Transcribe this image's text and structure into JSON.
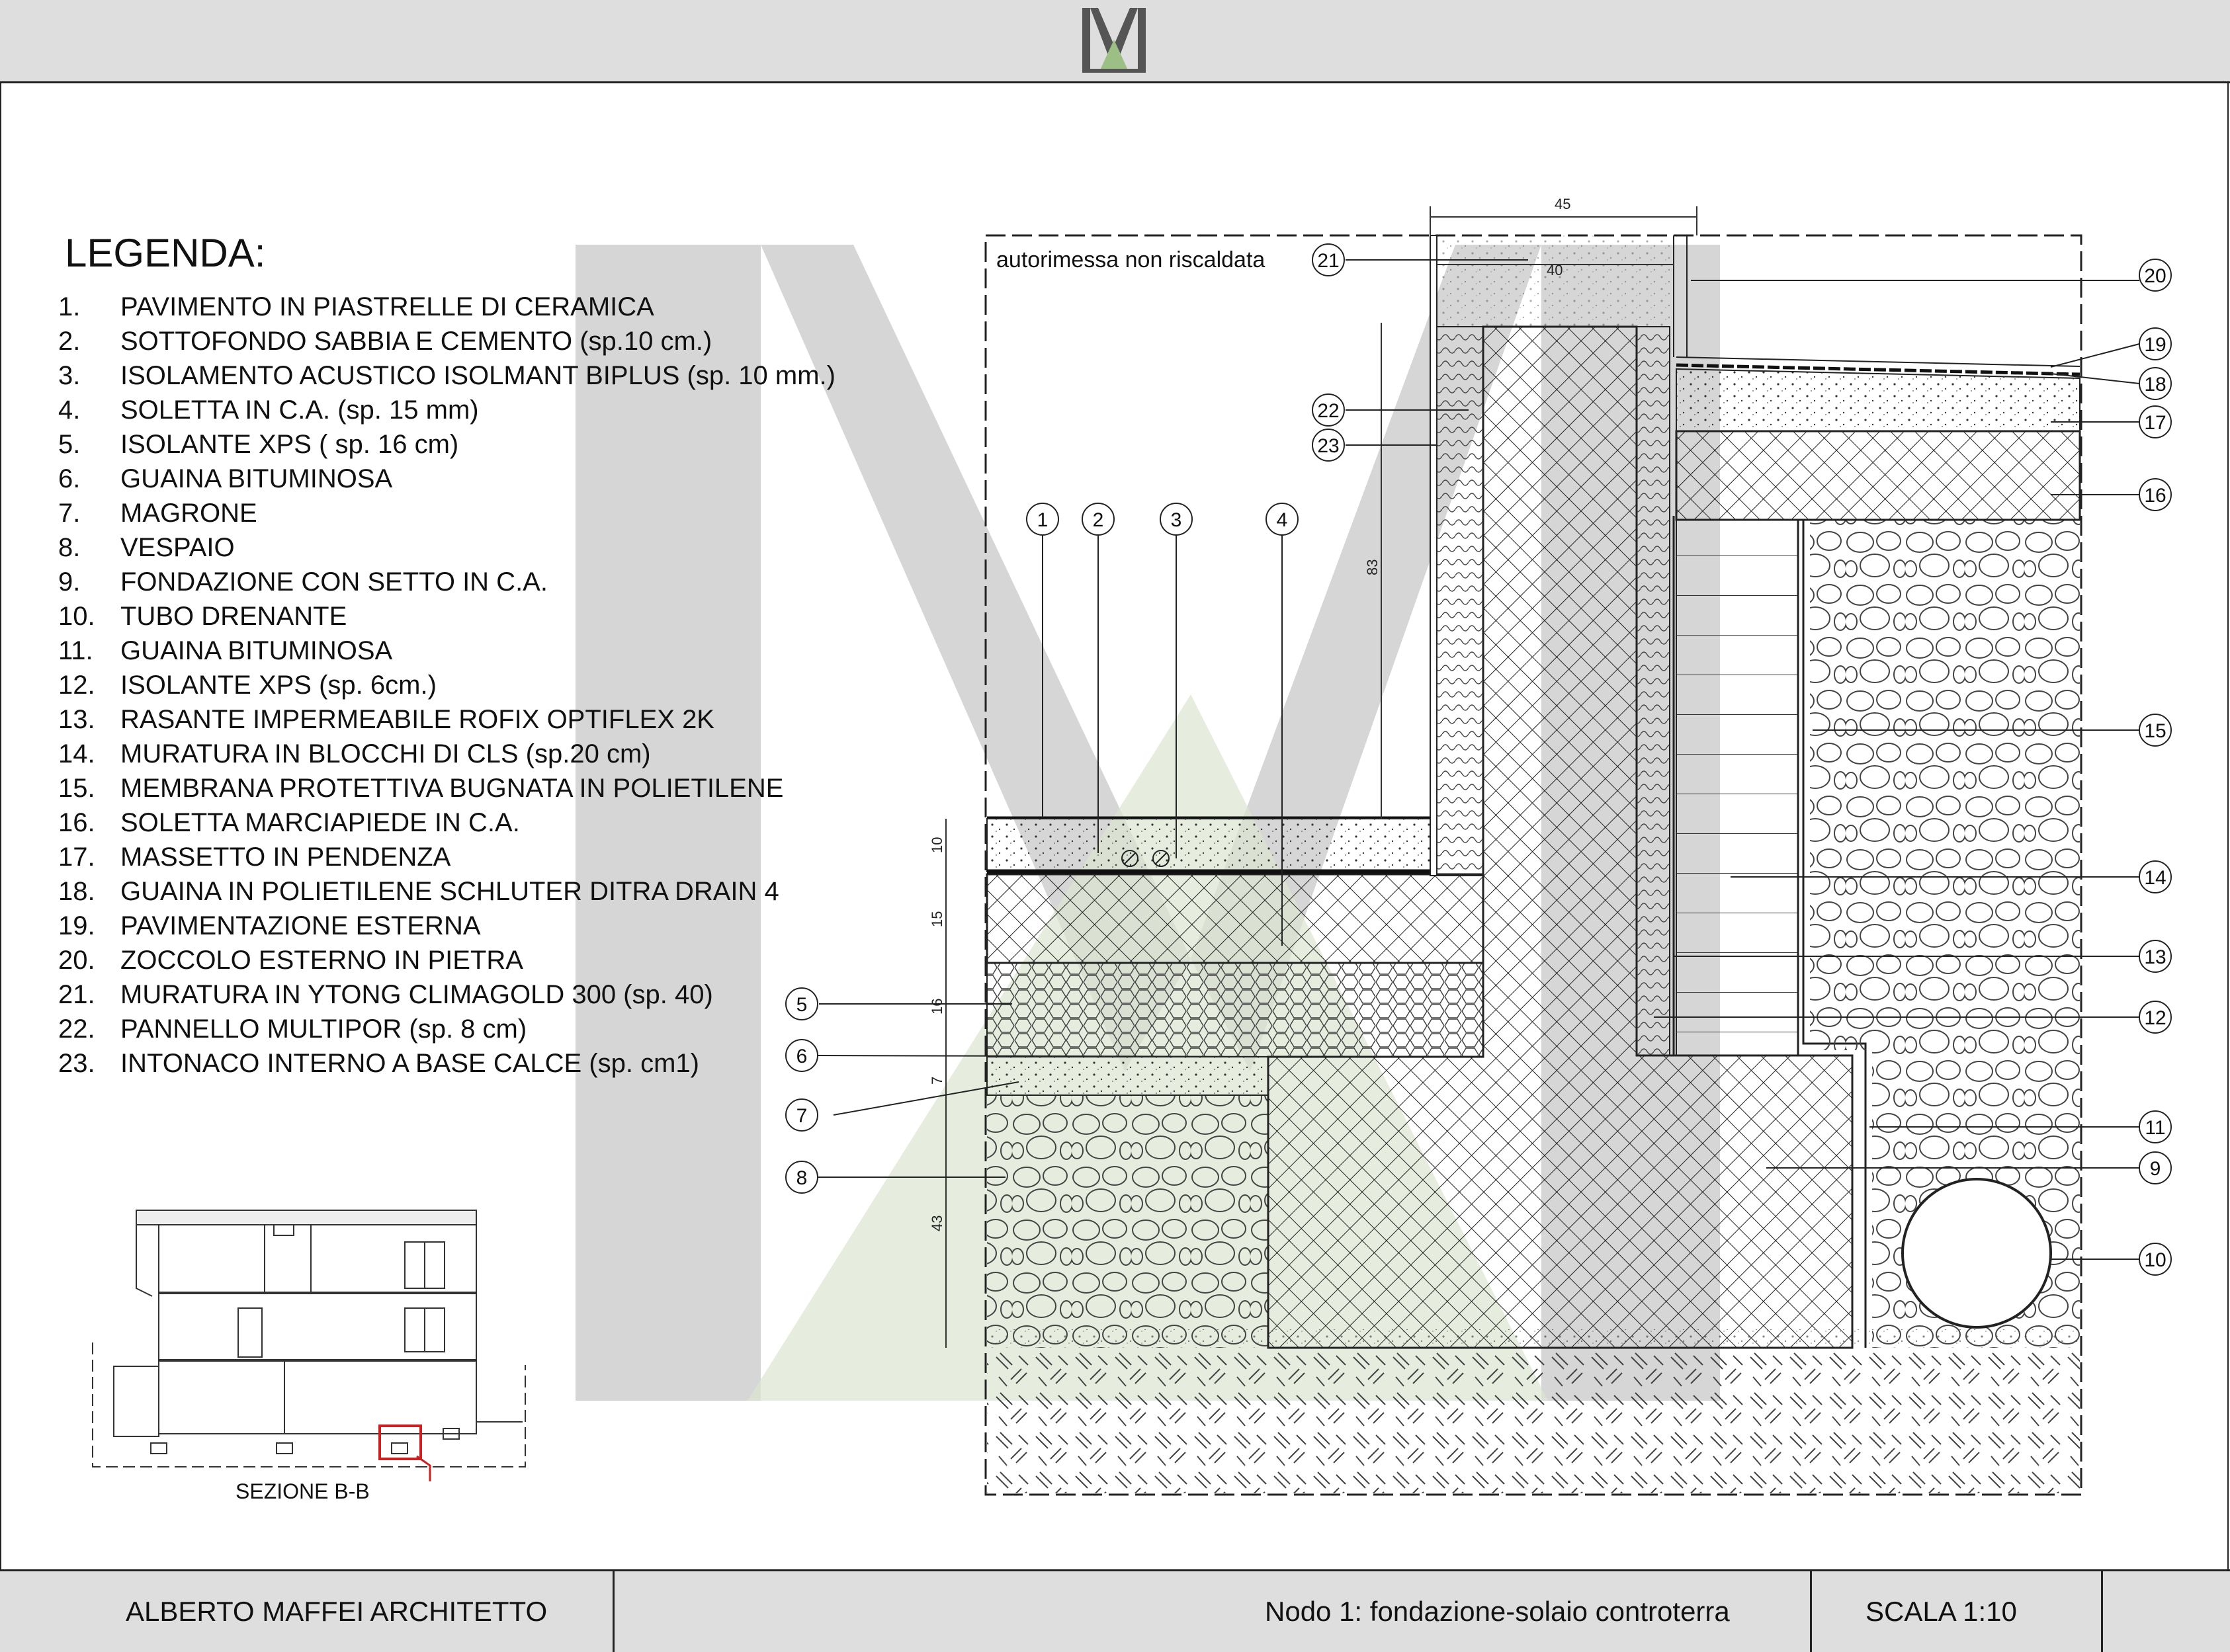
{
  "header": {
    "logo": "M-logo"
  },
  "legend": {
    "title": "LEGENDA:",
    "items": [
      {
        "num": "1.",
        "text": "PAVIMENTO IN PIASTRELLE DI CERAMICA"
      },
      {
        "num": "2.",
        "text": "SOTTOFONDO SABBIA E CEMENTO (sp.10 cm.)"
      },
      {
        "num": "3.",
        "text": "ISOLAMENTO ACUSTICO ISOLMANT BIPLUS (sp. 10 mm.)"
      },
      {
        "num": "4.",
        "text": "SOLETTA IN C.A. (sp. 15 mm)"
      },
      {
        "num": "5.",
        "text": "ISOLANTE  XPS ( sp. 16 cm)"
      },
      {
        "num": "6.",
        "text": "GUAINA BITUMINOSA"
      },
      {
        "num": "7.",
        "text": "MAGRONE"
      },
      {
        "num": "8.",
        "text": "VESPAIO"
      },
      {
        "num": "9.",
        "text": "FONDAZIONE CON SETTO  IN C.A."
      },
      {
        "num": "10.",
        "text": "TUBO DRENANTE"
      },
      {
        "num": "11.",
        "text": "GUAINA BITUMINOSA"
      },
      {
        "num": "12.",
        "text": "ISOLANTE XPS (sp. 6cm.)"
      },
      {
        "num": "13.",
        "text": "RASANTE IMPERMEABILE ROFIX OPTIFLEX 2K"
      },
      {
        "num": "14.",
        "text": "MURATURA IN BLOCCHI DI CLS (sp.20 cm)"
      },
      {
        "num": "15.",
        "text": "MEMBRANA PROTETTIVA BUGNATA IN POLIETILENE"
      },
      {
        "num": "16.",
        "text": "SOLETTA MARCIAPIEDE IN C.A."
      },
      {
        "num": "17.",
        "text": "MASSETTO IN PENDENZA"
      },
      {
        "num": "18.",
        "text": "GUAINA IN POLIETILENE SCHLUTER DITRA DRAIN 4"
      },
      {
        "num": "19.",
        "text": "PAVIMENTAZIONE ESTERNA"
      },
      {
        "num": "20.",
        "text": "ZOCCOLO ESTERNO IN PIETRA"
      },
      {
        "num": "21.",
        "text": "MURATURA IN YTONG CLIMAGOLD 300 (sp. 40)"
      },
      {
        "num": "22.",
        "text": "PANNELLO MULTIPOR (sp. 8 cm)"
      },
      {
        "num": "23.",
        "text": "INTONACO INTERNO A BASE CALCE (sp. cm1)"
      }
    ]
  },
  "drawing": {
    "room_label": "autorimessa  non riscaldata",
    "dims": {
      "top_total": "45",
      "top_wall": "40",
      "height_83": "83",
      "d10": "10",
      "d15": "15",
      "d16": "16",
      "d7": "7",
      "d43": "43"
    },
    "markers": [
      "1",
      "2",
      "3",
      "4",
      "5",
      "6",
      "7",
      "8",
      "9",
      "10",
      "11",
      "12",
      "13",
      "14",
      "15",
      "16",
      "17",
      "18",
      "19",
      "20",
      "21",
      "22",
      "23"
    ]
  },
  "key_plan": {
    "label": "SEZIONE B-B",
    "marker": "1"
  },
  "footer": {
    "author": "ALBERTO MAFFEI ARCHITETTO",
    "node": "Nodo 1: fondazione-solaio controterra",
    "scale": "SCALA 1:10"
  },
  "colors": {
    "accent_green": "#9bbf84",
    "watermark_grey": "#cfcfcf",
    "key_red": "#cc1f1f"
  }
}
